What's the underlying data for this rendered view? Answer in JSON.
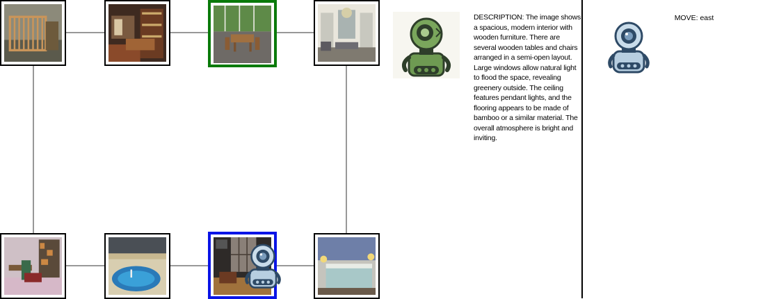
{
  "description": {
    "label": "DESCRIPTION:",
    "text": "The image shows a spacious, modern interior with wooden furniture. There are several wooden tables and chairs arranged in a semi-open layout. Large windows allow natural light to flood the space, revealing greenery outside. The ceiling features pendant lights, and the flooring appears to be made of bamboo or a similar material. The overall atmosphere is bright and inviting."
  },
  "move": {
    "label": "MOVE:",
    "value": "east"
  },
  "colors": {
    "goal_border": "#0a7a0a",
    "current_border": "#0a14e6",
    "link": "#777777"
  },
  "map": {
    "rooms": [
      {
        "id": "nursery",
        "scene": "nursery-crib-icon"
      },
      {
        "id": "study",
        "scene": "study-shelves-icon"
      },
      {
        "id": "sunroom",
        "scene": "sunroom-dining-icon",
        "status": "goal"
      },
      {
        "id": "parlor",
        "scene": "chandelier-parlor-icon"
      },
      {
        "id": "craft-room",
        "scene": "craft-room-icon"
      },
      {
        "id": "pool",
        "scene": "indoor-pool-icon"
      },
      {
        "id": "den",
        "scene": "den-screen-icon",
        "status": "current"
      },
      {
        "id": "bedroom",
        "scene": "hotel-bedroom-icon"
      }
    ]
  },
  "agent": {
    "icon": "robot-agent-icon",
    "room": "den"
  }
}
